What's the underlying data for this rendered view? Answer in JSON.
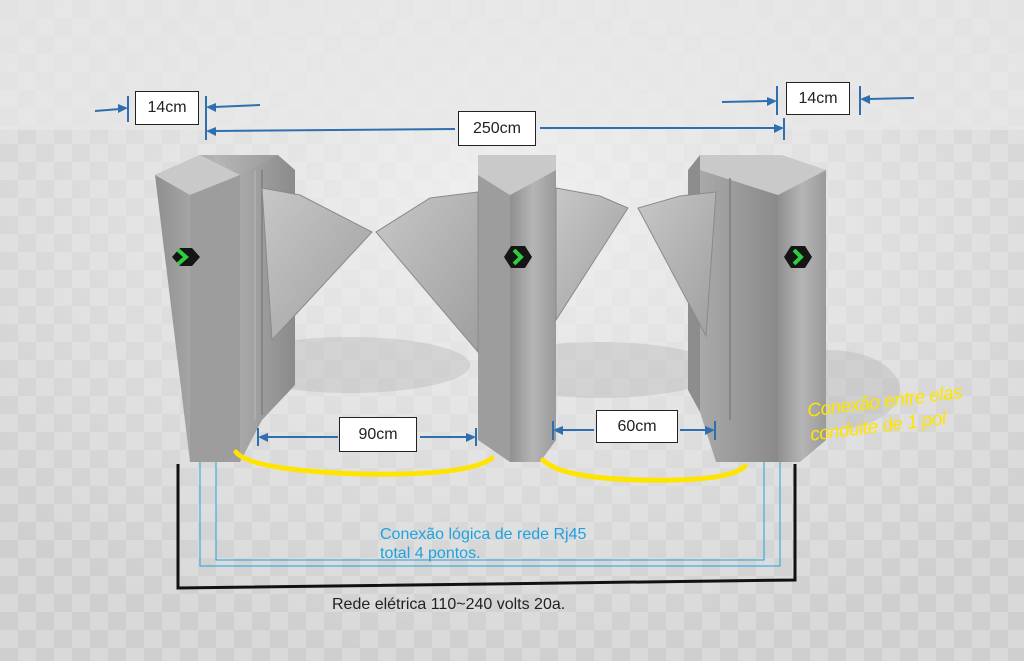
{
  "dimensions": {
    "left_width": "14cm",
    "right_width": "14cm",
    "total_width": "250cm",
    "wide_lane": "90cm",
    "narrow_lane": "60cm"
  },
  "notes": {
    "conduit_line1": "Conexão entre elas",
    "conduit_line2": "conduite de 1 pol",
    "network_line1": "Conexão lógica de rede Rj45",
    "network_line2": "total 4 pontos.",
    "power": "Rede elétrica 110~240 volts 20a."
  },
  "colors": {
    "dimension_arrow": "#2f6fb0",
    "conduit_highlight": "#ffe400",
    "network_line": "#1ea3e0",
    "power_line": "#111111",
    "indicator_arrow": "#2ecc40"
  },
  "icons": [
    "arrow-right-indicator-icon"
  ]
}
